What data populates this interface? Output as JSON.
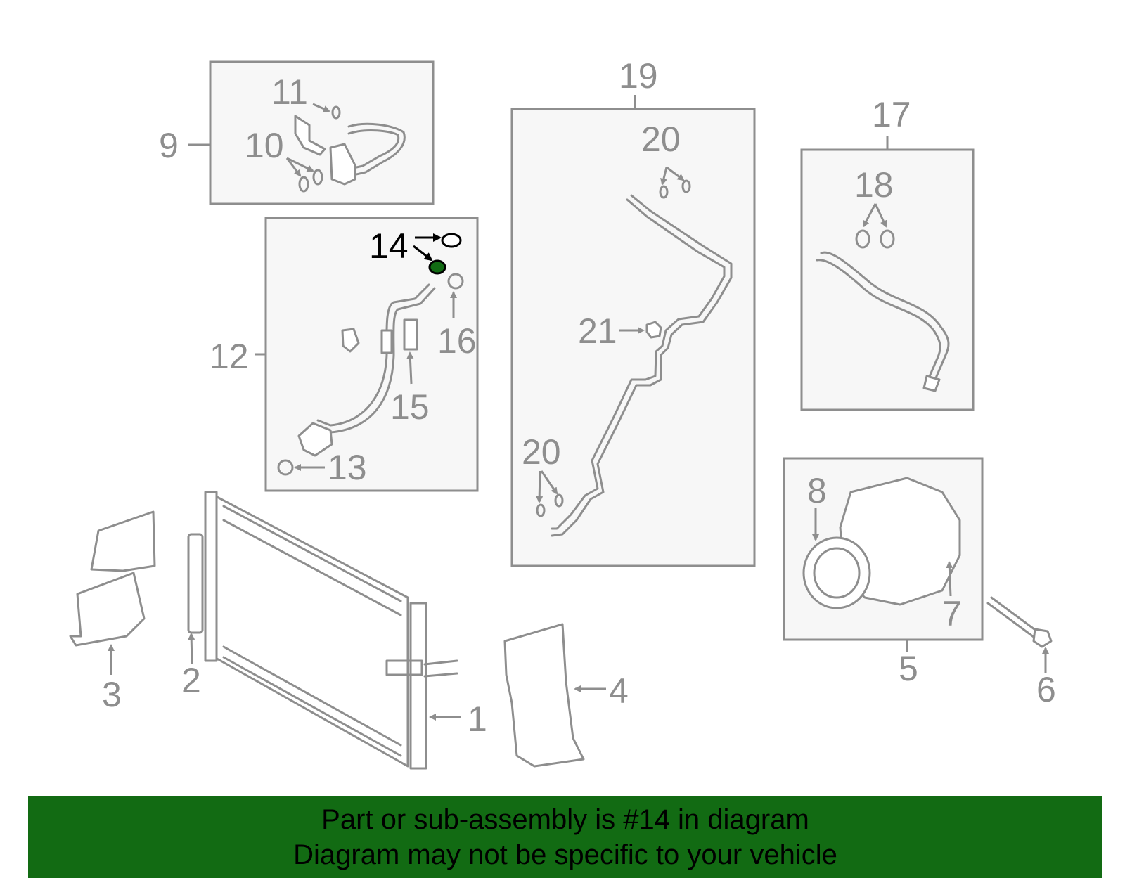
{
  "callouts": {
    "n1": "1",
    "n2": "2",
    "n3": "3",
    "n4": "4",
    "n5": "5",
    "n6": "6",
    "n7": "7",
    "n8": "8",
    "n9": "9",
    "n10": "10",
    "n11": "11",
    "n12": "12",
    "n13": "13",
    "n14": "14",
    "n15": "15",
    "n16": "16",
    "n17": "17",
    "n18": "18",
    "n19": "19",
    "n20a": "20",
    "n20b": "20",
    "n21": "21"
  },
  "highlight": {
    "part": "14",
    "color": "#126b13"
  },
  "banner": {
    "line1": "Part or sub-assembly is #14 in diagram",
    "line2": "Diagram may not be specific to your vehicle",
    "background": "#126b13"
  }
}
